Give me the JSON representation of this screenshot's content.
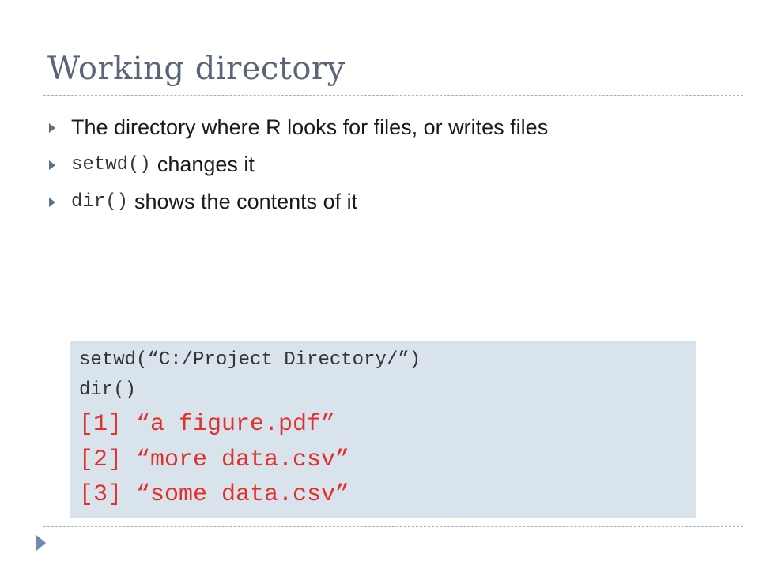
{
  "slide": {
    "title": "Working directory",
    "bullets": [
      {
        "code": "",
        "text": "The directory where R looks for files, or writes files"
      },
      {
        "code": "setwd()",
        "text": "changes it"
      },
      {
        "code": "dir()",
        "text": "shows the contents of it"
      }
    ],
    "code_block": {
      "commands": [
        "setwd(“C:/Project Directory/”)",
        "dir()"
      ],
      "output": [
        "[1] “a figure.pdf”",
        "[2] “more data.csv”",
        "[3] “some data.csv”"
      ]
    }
  },
  "colors": {
    "title": "#5a6577",
    "code_background": "#d9e3ec",
    "output_text": "#e2312d",
    "bullet_marker": "#5a6f8a"
  },
  "icons": {
    "bullet": "triangle-right-icon",
    "footer": "triangle-right-icon"
  }
}
